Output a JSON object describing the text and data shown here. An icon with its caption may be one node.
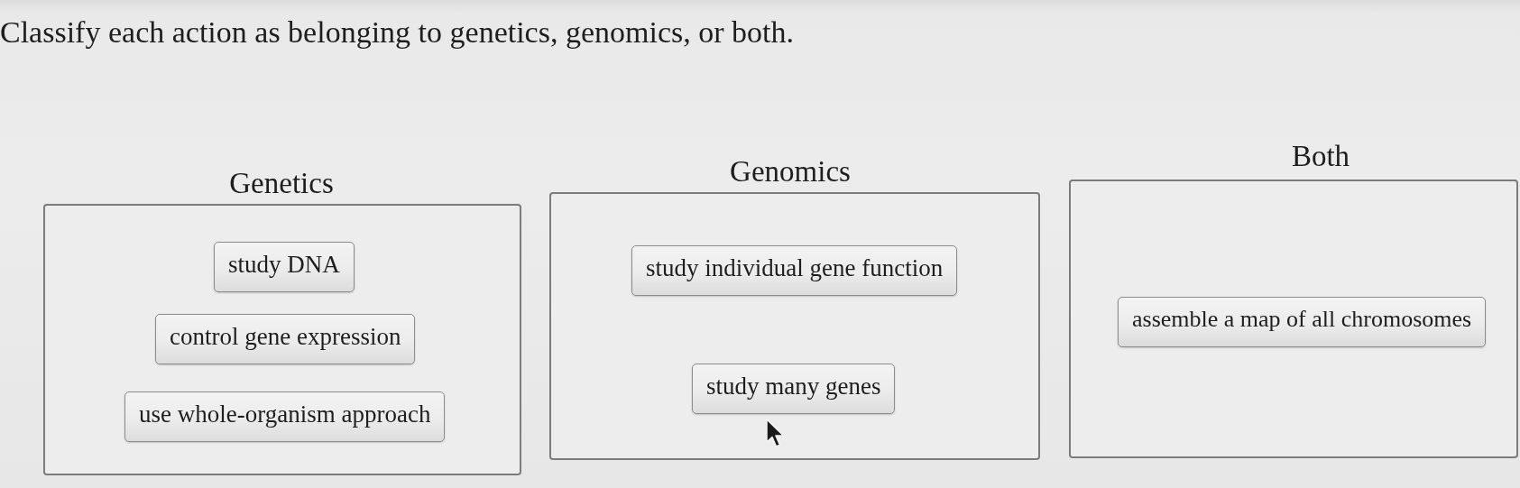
{
  "diagram": {
    "title": "Classify each action as belonging to genetics, genomics, or both.",
    "nodes": [
      {
        "text": [
          "Genetics"
        ]
      },
      {
        "text": [
          "study DNA"
        ],
        "in": 0
      },
      {
        "text": [
          "control gene expression"
        ],
        "in": 0
      },
      {
        "text": [
          "use whole-organism approach"
        ],
        "in": 0
      },
      {
        "text": [
          "Genomics"
        ]
      },
      {
        "text": [
          "study individual gene function"
        ],
        "in": 4
      },
      {
        "text": [
          "study many genes"
        ],
        "in": 4
      },
      {
        "text": [
          "Both"
        ]
      },
      {
        "text": [
          "assemble a map of all chromosomes"
        ],
        "in": 7
      }
    ]
  }
}
